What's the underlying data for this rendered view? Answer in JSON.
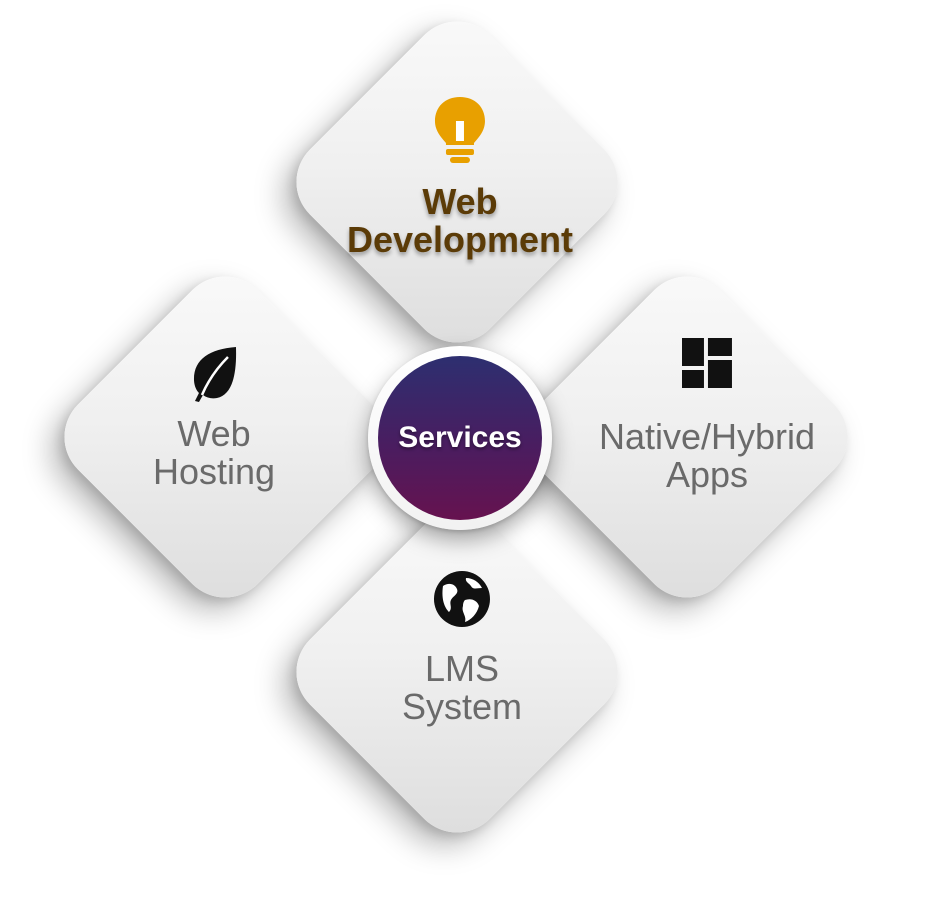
{
  "hub": {
    "label": "Services"
  },
  "cards": {
    "top": {
      "lines": [
        "Web",
        "Development"
      ],
      "icon": "lightbulb-icon",
      "icon_color": "#e8a000",
      "active": true,
      "text_color": "#5b3b07"
    },
    "left": {
      "lines": [
        "Web",
        "Hosting"
      ],
      "icon": "leaf-icon",
      "icon_color": "#111111"
    },
    "right": {
      "lines": [
        "Native/Hybrid",
        "Apps"
      ],
      "icon": "dashboard-icon",
      "icon_color": "#111111"
    },
    "bottom": {
      "lines": [
        "LMS",
        "System"
      ],
      "icon": "globe-icon",
      "icon_color": "#111111"
    }
  },
  "colors": {
    "hub_gradient_top": "#2d2f70",
    "hub_gradient_bottom": "#66124f",
    "card_text": "#6a6a6a"
  }
}
